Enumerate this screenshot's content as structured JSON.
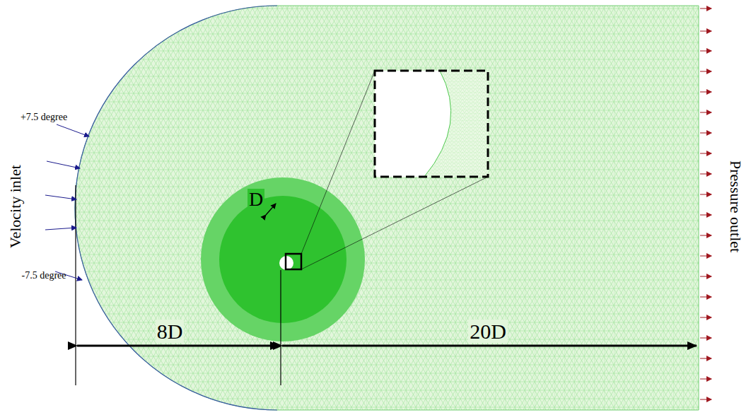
{
  "diagram": {
    "labels": [
      "+7.5 degree",
      "Velocity inlet",
      "-7.5 degree",
      "D",
      "8D",
      "20D",
      "Pressure outlet"
    ]
  }
}
